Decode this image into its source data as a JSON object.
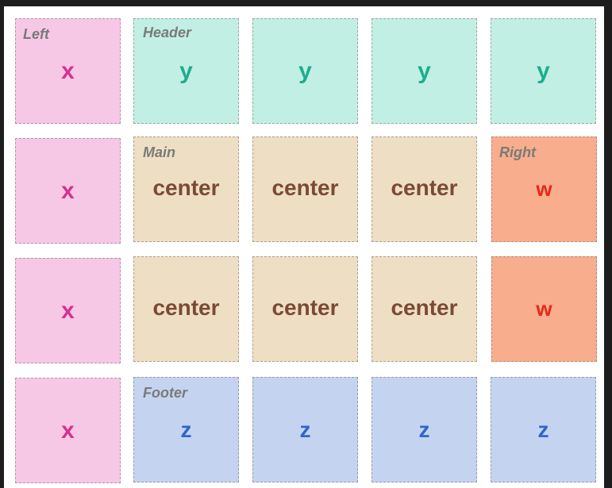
{
  "areas": {
    "left": {
      "label": "Left",
      "value": "x",
      "color": "#f7c8e6",
      "text_color": "#d4338f"
    },
    "header": {
      "label": "Header",
      "value": "y",
      "color": "#c2efe3",
      "text_color": "#1cae8e"
    },
    "main": {
      "label": "Main",
      "value": "center",
      "color": "#eedfc4",
      "text_color": "#7b4a36"
    },
    "right": {
      "label": "Right",
      "value": "w",
      "color": "#f8ae8c",
      "text_color": "#e8261d"
    },
    "footer": {
      "label": "Footer",
      "value": "z",
      "color": "#c4d4f0",
      "text_color": "#2e67c9"
    }
  }
}
